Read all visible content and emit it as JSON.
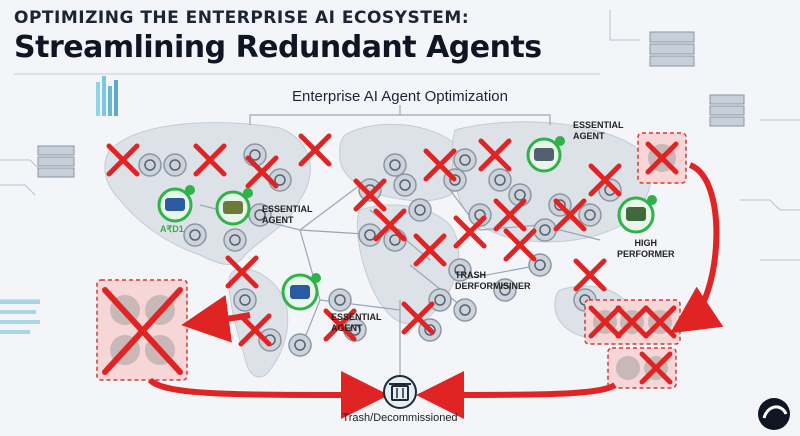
{
  "header": {
    "kicker": "OPTIMIZING THE ENTERPRISE AI ECOSYSTEM:",
    "title": "Streamlining Redundant Agents"
  },
  "diagram": {
    "title": "Enterprise AI Agent Optimization",
    "labels": {
      "essential_agent_top": "ESSENTIAL\nAGENT",
      "essential_agent_left": "ESSENTIAL\nAGENT",
      "essential_agent_center": "ESSENTIAL\nAGENT",
      "high_performer": "HIGH\nPERFORMER",
      "trash_performer": "TRASH\nDERFORMISINER",
      "green_tag": "A₹D1",
      "trash": "Trash/Decommissioned"
    }
  },
  "colors": {
    "accent_red": "#e02424",
    "accent_green": "#2fb24a",
    "map_land": "#dfe3e8",
    "dark_text": "#0f1522"
  },
  "icons": [
    "robot-icon",
    "gear-icon",
    "network-icon",
    "trash-icon",
    "check-icon",
    "x-mark-icon",
    "server-rack-icon",
    "logo-icon"
  ]
}
